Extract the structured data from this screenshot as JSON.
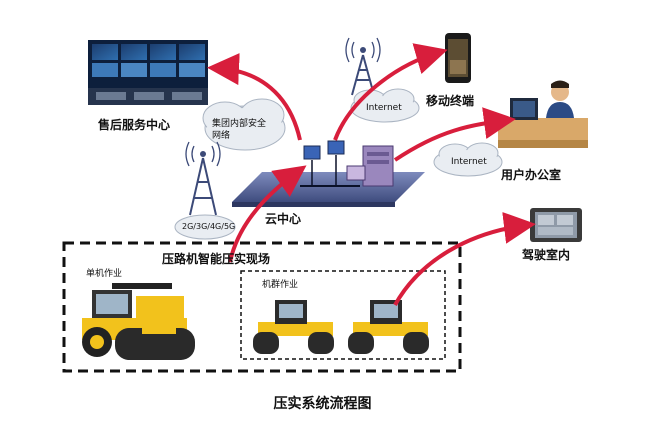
{
  "nodes": {
    "after_sales": "售后服务中心",
    "group_network": "集团内部安全网络",
    "internet_top": "Internet",
    "mobile": "移动终端",
    "internet_right": "Internet",
    "user_office": "用户办公室",
    "cloud_center": "云中心",
    "mobile_network": "2G/3G/4G/5G",
    "cab": "驾驶室内"
  },
  "site": {
    "title": "压路机智能压实现场",
    "single": "单机作业",
    "group": "机群作业"
  },
  "caption": "压实系统流程图",
  "colors": {
    "arrow": "#d81e3c",
    "dashed_border": "#111111",
    "roller_yellow": "#f2c21c",
    "cloud_fill": "#e9edf2",
    "platform": "#5c6a9c"
  }
}
